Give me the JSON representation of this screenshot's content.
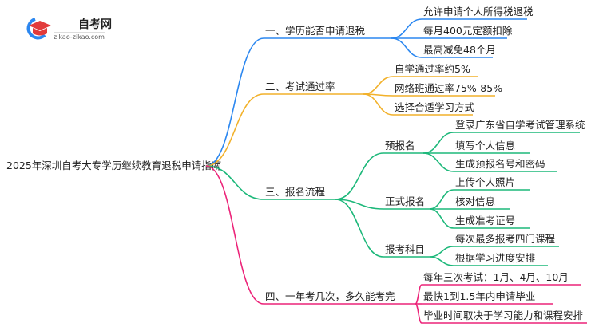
{
  "logo": {
    "title": "自考网",
    "url": "zikao-zikao.com"
  },
  "colors": {
    "b1": "#2b87f0",
    "b2": "#f2b12a",
    "b3": "#1db87a",
    "b4": "#ec2479"
  },
  "root": "2025年深圳自考大专学历继续教育退税申请指南",
  "branches": [
    {
      "label": "一、学历能否申请退税",
      "children": [
        "允许申请个人所得税退税",
        "每月400元定额扣除",
        "最高减免48个月"
      ]
    },
    {
      "label": "二、考试通过率",
      "children": [
        "自学通过率约5%",
        "网络班通过率75%-85%",
        "选择合适学习方式"
      ]
    },
    {
      "label": "三、报名流程",
      "subs": [
        {
          "label": "预报名",
          "children": [
            "登录广东省自学考试管理系统",
            "填写个人信息",
            "生成预报名号和密码"
          ]
        },
        {
          "label": "正式报名",
          "children": [
            "上传个人照片",
            "核对信息",
            "生成准考证号"
          ]
        },
        {
          "label": "报考科目",
          "children": [
            "每次最多报考四门课程",
            "根据学习进度安排"
          ]
        }
      ]
    },
    {
      "label": "四、一年考几次，多久能考完",
      "children": [
        "每年三次考试：1月、4月、10月",
        "最快1到1.5年内申请毕业",
        "毕业时间取决于学习能力和课程安排"
      ]
    }
  ]
}
